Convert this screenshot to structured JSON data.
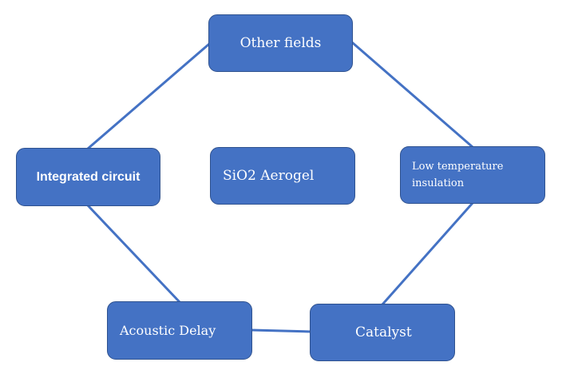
{
  "diagram": {
    "center": {
      "label": "SiO2 Aerogel"
    },
    "nodes": [
      {
        "id": "other",
        "label": "Other fields"
      },
      {
        "id": "ic",
        "label": "Integrated circuit"
      },
      {
        "id": "low",
        "label": "Low temperature insulation"
      },
      {
        "id": "acoustic",
        "label": "Acoustic Delay"
      },
      {
        "id": "catalyst",
        "label": "Catalyst"
      }
    ],
    "edges": [
      {
        "from": "other",
        "to": "ic"
      },
      {
        "from": "other",
        "to": "low"
      },
      {
        "from": "ic",
        "to": "acoustic"
      },
      {
        "from": "low",
        "to": "catalyst"
      },
      {
        "from": "acoustic",
        "to": "catalyst"
      }
    ],
    "colors": {
      "node_fill": "#4472c4",
      "node_border": "#2f528f",
      "edge": "#4472c4",
      "text": "#ffffff"
    }
  }
}
